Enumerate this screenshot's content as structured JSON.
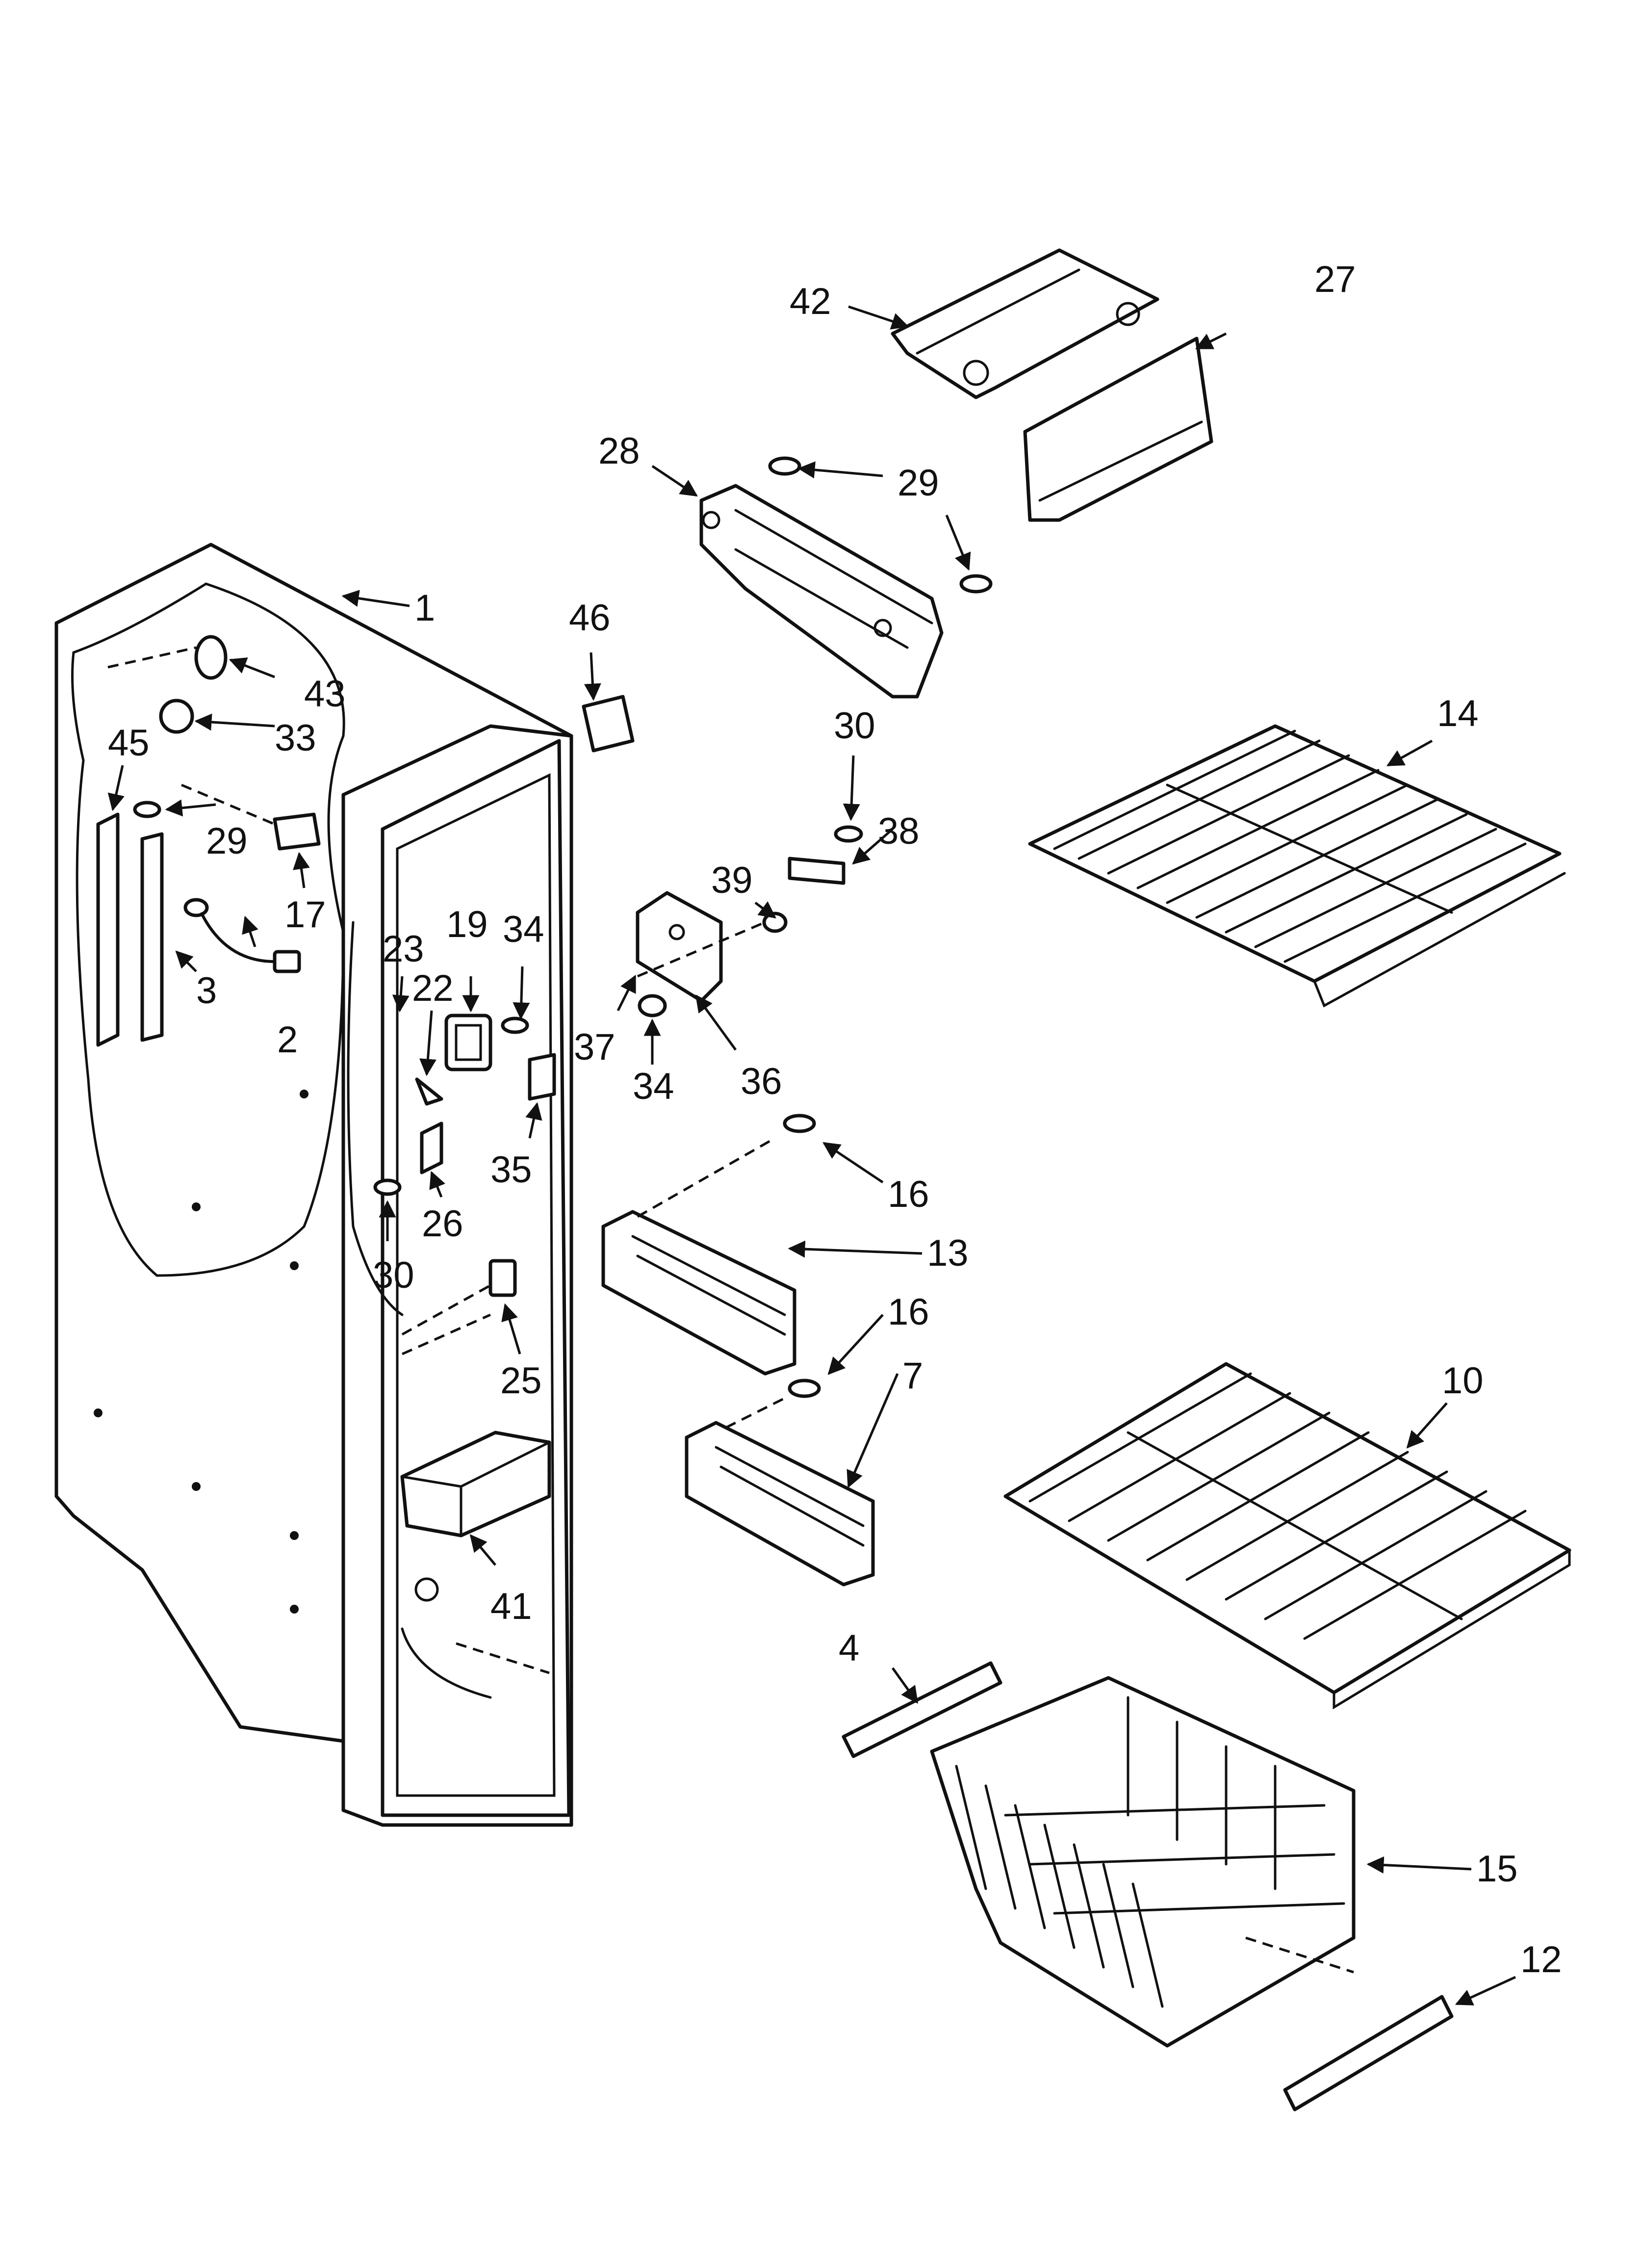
{
  "diagram": {
    "callouts": [
      {
        "id": "1",
        "text": "1"
      },
      {
        "id": "2",
        "text": "2"
      },
      {
        "id": "3",
        "text": "3"
      },
      {
        "id": "4",
        "text": "4"
      },
      {
        "id": "7",
        "text": "7"
      },
      {
        "id": "10",
        "text": "10"
      },
      {
        "id": "12",
        "text": "12"
      },
      {
        "id": "13",
        "text": "13"
      },
      {
        "id": "14",
        "text": "14"
      },
      {
        "id": "15",
        "text": "15"
      },
      {
        "id": "16a",
        "text": "16"
      },
      {
        "id": "16b",
        "text": "16"
      },
      {
        "id": "17",
        "text": "17"
      },
      {
        "id": "19",
        "text": "19"
      },
      {
        "id": "22",
        "text": "22"
      },
      {
        "id": "23",
        "text": "23"
      },
      {
        "id": "25",
        "text": "25"
      },
      {
        "id": "26",
        "text": "26"
      },
      {
        "id": "27",
        "text": "27"
      },
      {
        "id": "28",
        "text": "28"
      },
      {
        "id": "29a",
        "text": "29"
      },
      {
        "id": "29b",
        "text": "29"
      },
      {
        "id": "30a",
        "text": "30"
      },
      {
        "id": "30b",
        "text": "30"
      },
      {
        "id": "33",
        "text": "33"
      },
      {
        "id": "34a",
        "text": "34"
      },
      {
        "id": "34b",
        "text": "34"
      },
      {
        "id": "35",
        "text": "35"
      },
      {
        "id": "36",
        "text": "36"
      },
      {
        "id": "37",
        "text": "37"
      },
      {
        "id": "38",
        "text": "38"
      },
      {
        "id": "39",
        "text": "39"
      },
      {
        "id": "41",
        "text": "41"
      },
      {
        "id": "42",
        "text": "42"
      },
      {
        "id": "43",
        "text": "43"
      },
      {
        "id": "45",
        "text": "45"
      },
      {
        "id": "46",
        "text": "46"
      }
    ]
  }
}
